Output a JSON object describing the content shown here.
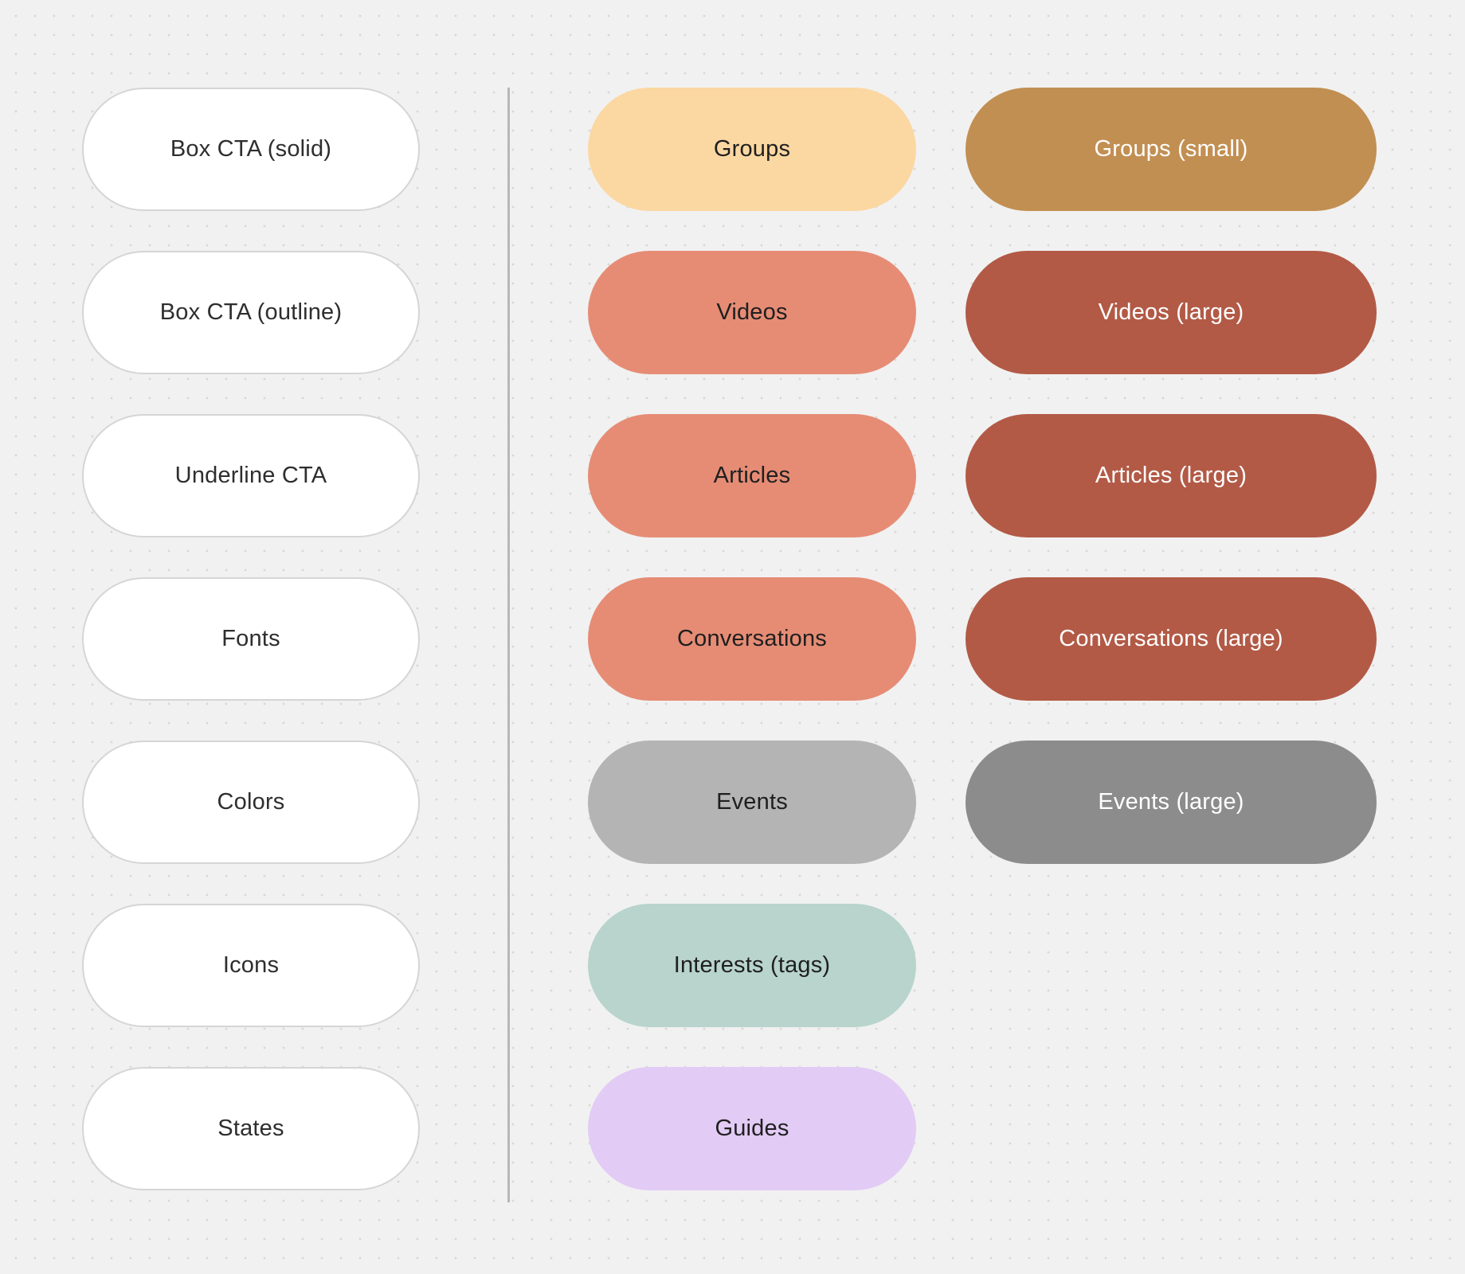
{
  "canvas": {
    "background": "#f1f1f1",
    "dot_grid_color": "#d7d7d7",
    "divider_color": "#b7b7b7"
  },
  "left_column": {
    "fill": "#ffffff",
    "border": "#d5d5d5",
    "text_color": "#2e2e2e",
    "items": [
      {
        "label": "Box CTA (solid)"
      },
      {
        "label": "Box CTA (outline)"
      },
      {
        "label": "Underline CTA"
      },
      {
        "label": "Fonts"
      },
      {
        "label": "Colors"
      },
      {
        "label": "Icons"
      },
      {
        "label": "States"
      }
    ]
  },
  "middle_column": {
    "items": [
      {
        "label": "Groups",
        "bg": "#FBD7A2",
        "fg": "#1f1f1f"
      },
      {
        "label": "Videos",
        "bg": "#E68C75",
        "fg": "#1f1f1f"
      },
      {
        "label": "Articles",
        "bg": "#E68C75",
        "fg": "#1f1f1f"
      },
      {
        "label": "Conversations",
        "bg": "#E68C75",
        "fg": "#1f1f1f"
      },
      {
        "label": "Events",
        "bg": "#B4B4B4",
        "fg": "#1f1f1f"
      },
      {
        "label": "Interests (tags)",
        "bg": "#B8D4CC",
        "fg": "#1f1f1f"
      },
      {
        "label": "Guides",
        "bg": "#E2CBF5",
        "fg": "#1f1f1f"
      }
    ]
  },
  "right_column": {
    "items": [
      {
        "label": "Groups (small)",
        "bg": "#C28F52",
        "fg": "#ffffff"
      },
      {
        "label": "Videos (large)",
        "bg": "#B25A46",
        "fg": "#ffffff"
      },
      {
        "label": "Articles (large)",
        "bg": "#B25A46",
        "fg": "#ffffff"
      },
      {
        "label": "Conversations (large)",
        "bg": "#B25A46",
        "fg": "#ffffff"
      },
      {
        "label": "Events (large)",
        "bg": "#8C8C8C",
        "fg": "#ffffff"
      }
    ]
  }
}
